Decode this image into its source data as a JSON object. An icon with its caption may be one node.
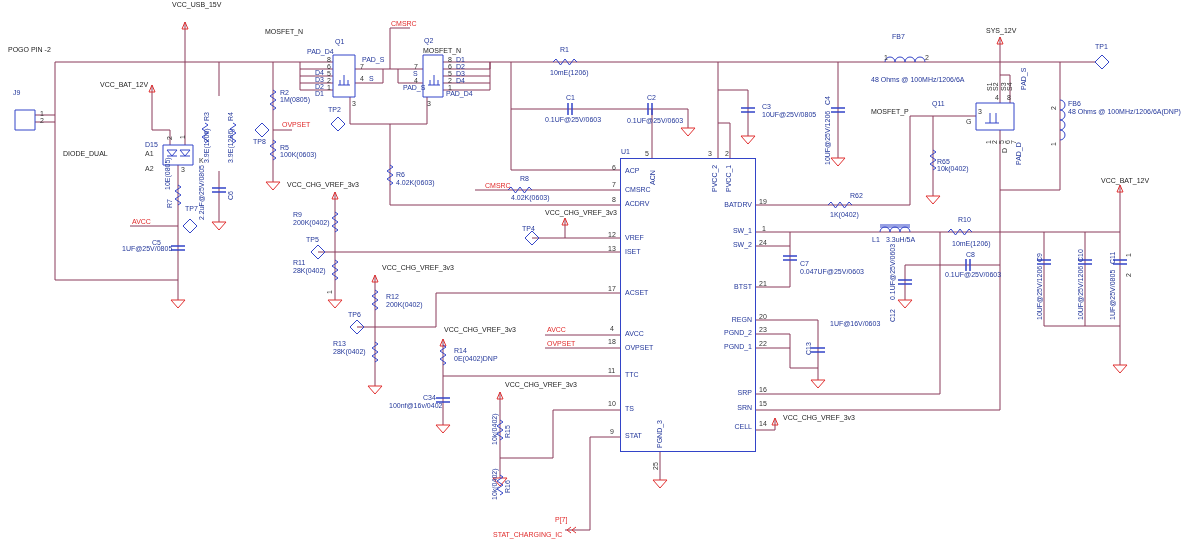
{
  "diagram": {
    "nodes": [
      {
        "text": [
          "U1",
          "ACP",
          "CMSRC",
          "ACDRV",
          "VREF",
          "ISET",
          "ACSET",
          "AVCC",
          "OVPSET",
          "TTC",
          "TS",
          "STAT",
          "ACN",
          "PVCC_2",
          "PVCC_1",
          "PGND_3",
          "BATDRV",
          "SW_1",
          "SW_2",
          "BTST",
          "REGN",
          "PGND_2",
          "PGND_1",
          "SRP",
          "SRN",
          "CELL"
        ]
      }
    ],
    "labels": [
      "VCC_USB_15V",
      "POGO PIN -2",
      "J9",
      "1",
      "2",
      "VCC_BAT_12V",
      "2",
      "1",
      "D15",
      "DIODE_DUAL",
      "A1",
      "A2",
      "K",
      "3",
      "R7",
      "10E(0805)",
      "TP7",
      "AVCC",
      "C5",
      "1UF@25V/0805",
      "R3",
      "3.9E(1206)",
      "R4",
      "3.9E(1206)",
      "2.2uF@25V/0805",
      "C6",
      "R2",
      "1M(0805)",
      "TP8",
      "OVPSET",
      "R5",
      "100K(0603)",
      "MOSFET_N",
      "Q1",
      "PAD_D4",
      "8",
      "6",
      "5",
      "2",
      "1",
      "D4",
      "D3",
      "D2",
      "D1",
      "PAD_S",
      "7",
      "4",
      "S",
      "CMSRC",
      "3",
      "3",
      "TP2",
      "Q2",
      "MOSFET_N",
      "7",
      "S",
      "4",
      "PAD_S",
      "8",
      "D1",
      "6",
      "D2",
      "5",
      "D3",
      "2",
      "D4",
      "1",
      "PAD_D4",
      "R1",
      "10mE(1206)",
      "C1",
      "0.1UF@25V/0603",
      "R6",
      "4.02K(0603)",
      "R8",
      "CMSRC",
      "4.02K(0603)",
      "C2",
      "0.1UF@25V/0603",
      "C3",
      "10UF@25V/0805",
      "C4",
      "10UF@25V/1206",
      "FB7",
      "1",
      "2",
      "48 Ohms @ 100MHz/1206/6A",
      "SYS_12V",
      "TP1",
      "Q11",
      "MOSFET_P",
      "3",
      "G",
      "S1",
      "S2",
      "S3",
      "S4",
      "4",
      "8",
      "PAD_S",
      "1",
      "2",
      "5",
      "6",
      "7",
      "D",
      "PAD_D",
      "R65",
      "10k(0402)",
      "FB6",
      "48 Ohms @ 100MHz/1206/6A(DNP)",
      "2",
      "1",
      "5",
      "3",
      "2",
      "VCC_BAT_12V",
      "R62",
      "1K(0402)",
      "19",
      "1",
      "24",
      "C7",
      "0.047UF@25V/0603",
      "21",
      "L1",
      "3.3uH/5A",
      "R10",
      "10mE(1206)",
      "0.1UF@25V/0603",
      "C12",
      "C8",
      "0.1UF@25V/0603",
      "C9",
      "10UF@25V/1206",
      "C10",
      "10UF@25V/1206",
      "C11",
      "1",
      "2",
      "1UF@25V/0805",
      "20",
      "1UF@16V/0603",
      "23",
      "C13",
      "22",
      "16",
      "15",
      "14",
      "VCC_CHG_VREF_3v3",
      "25",
      "VCC_CHG_VREF_3v3",
      "6",
      "7",
      "8",
      "R9",
      "200K(0402)",
      "VCC_CHG_VREF_3v3",
      "TP4",
      "12",
      "13",
      "TP5",
      "R11",
      "28K(0402)",
      "1",
      "VCC_CHG_VREF_3v3",
      "17",
      "R12",
      "200K(0402)",
      "TP6",
      "VCC_CHG_VREF_3v3",
      "AVCC",
      "4",
      "R13",
      "28K(0402)",
      "OVPSET",
      "18",
      "R14",
      "0E(0402)DNP",
      "11",
      "VCC_CHG_VREF_3v3",
      "C34",
      "100nf@16v/0402",
      "10",
      "10k(0402)",
      "R15",
      "9",
      "10k(0402)",
      "R16",
      "P[7]",
      "STAT_CHARGING_IC"
    ]
  }
}
